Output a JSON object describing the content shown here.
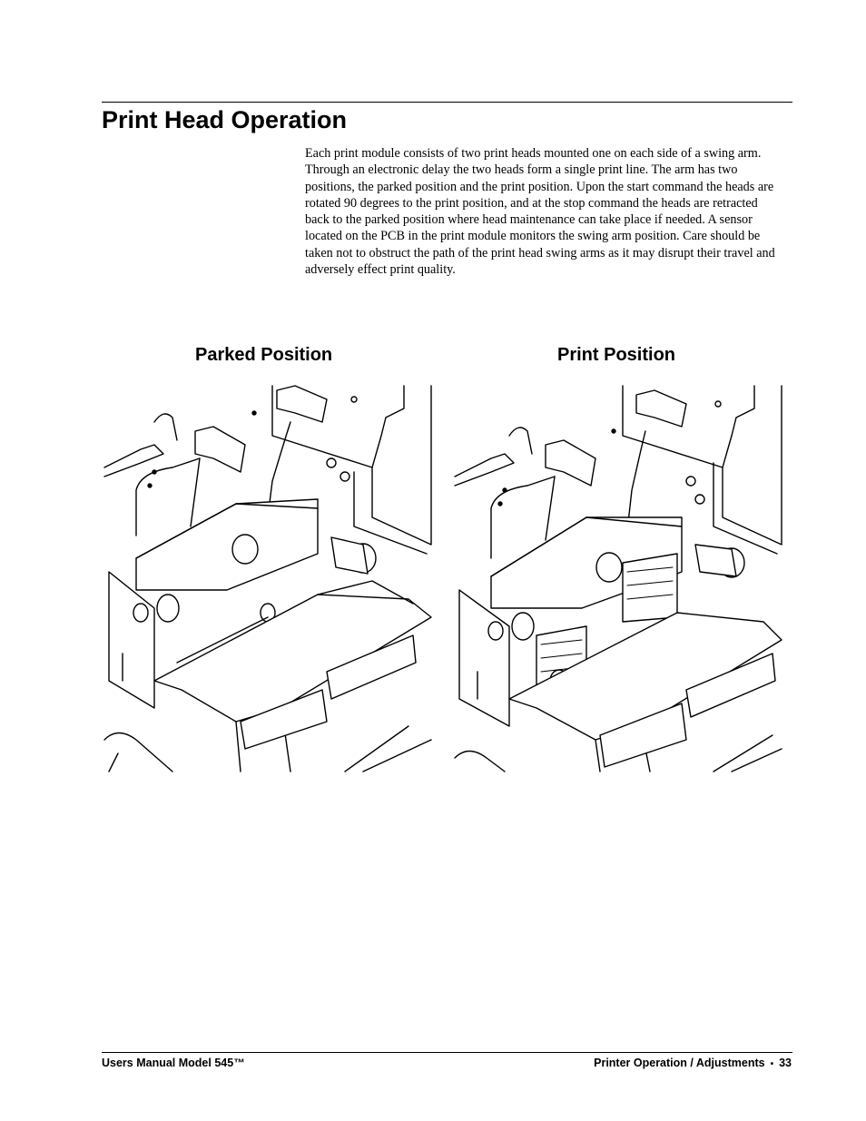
{
  "header": {
    "title": "Print Head Operation"
  },
  "body": {
    "paragraph": "Each print module consists of two print heads mounted one on each side of a swing arm.  Through an electronic delay the two heads form a single print line.  The arm has two positions, the parked position and the print position.  Upon the start command the heads are rotated 90 degrees to the print position, and at the stop command the heads are retracted back to the parked position where head maintenance can take place if needed.  A sensor located on the PCB in the print module monitors the swing arm position.  Care should be taken not to obstruct the path of the print head swing arms as it may disrupt their travel and adversely effect print quality."
  },
  "figures": {
    "left_caption": "Parked Position",
    "right_caption": "Print Position"
  },
  "footer": {
    "left": "Users Manual Model 545™",
    "right_section": "Printer Operation / Adjustments",
    "bullet": "•",
    "page_number": "33"
  }
}
